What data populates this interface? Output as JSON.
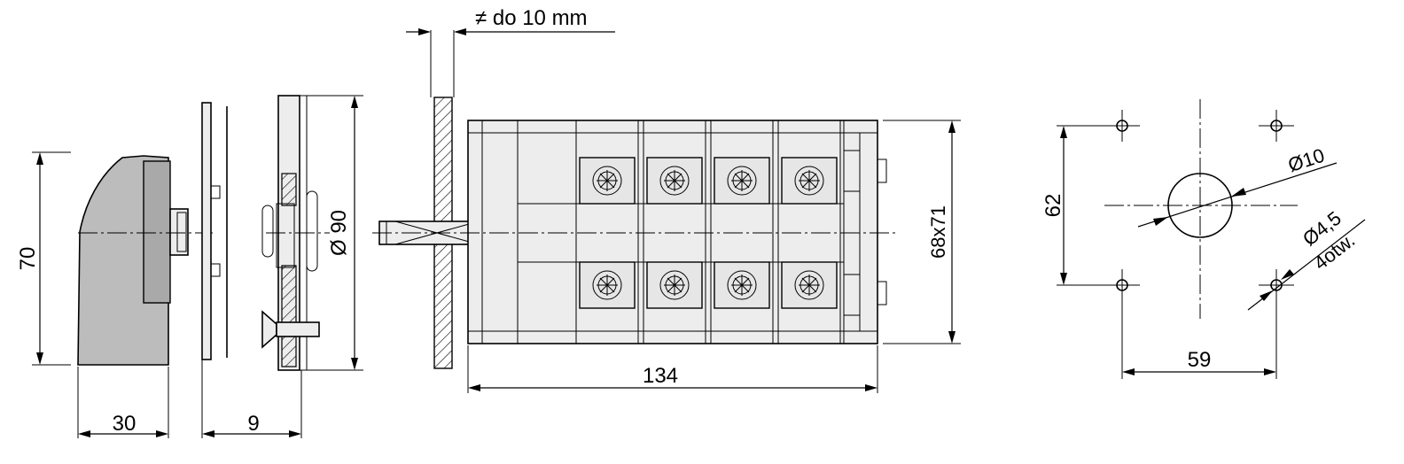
{
  "labels": {
    "plate_thickness": "≠ do 10 mm",
    "height": "70",
    "knob_depth": "30",
    "plate_depth": "9",
    "diameter_90": "Ø 90",
    "body_size": "68x71",
    "length": "134",
    "cutout_height": "62",
    "cutout_width": "59",
    "center_hole": "Ø10",
    "mounting_holes": "Ø4,5",
    "holes_count": "4otw."
  }
}
